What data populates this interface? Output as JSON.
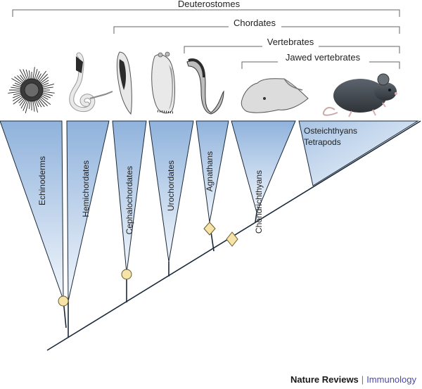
{
  "groups": {
    "deuterostomes": "Deuterostomes",
    "chordates": "Chordates",
    "vertebrates": "Vertebrates",
    "jawed_vertebrates": "Jawed vertebrates"
  },
  "taxa": {
    "echinoderms": "Echinoderms",
    "hemichordates": "Hemichordates",
    "cephalochordates": "Cephalochordates",
    "urochordates": "Urochordates",
    "agnathans": "Agnathans",
    "chondrichthyans": "Chondrichthyans",
    "osteichthyans": "Osteichthyans",
    "tetrapods": "Tetrapods"
  },
  "credit": {
    "brand": "Nature Reviews",
    "separator": "|",
    "journal": "Immunology"
  },
  "colors": {
    "wedge_top": "#9fbde0",
    "wedge_bottom": "#eef4fb",
    "line": "#1b2a3a",
    "circle_marker": "#f6e3a8",
    "diamond_marker": "#f6e3a8"
  }
}
